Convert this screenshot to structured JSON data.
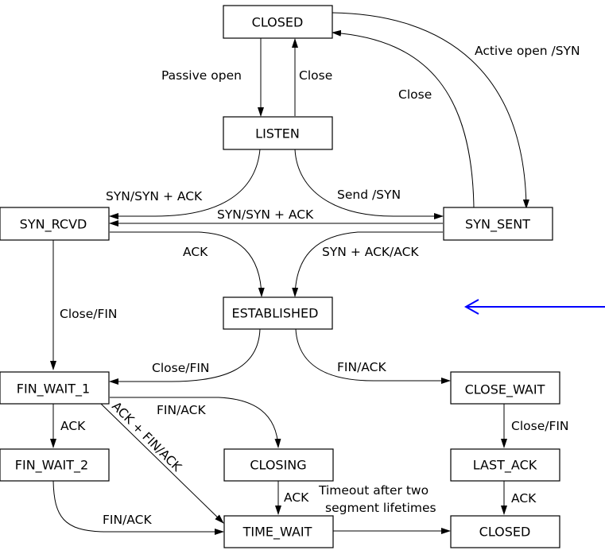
{
  "title": "TCP state transition diagram",
  "states": {
    "closed_top": "CLOSED",
    "listen": "LISTEN",
    "syn_rcvd": "SYN_RCVD",
    "syn_sent": "SYN_SENT",
    "established": "ESTABLISHED",
    "fin_wait_1": "FIN_WAIT_1",
    "fin_wait_2": "FIN_WAIT_2",
    "closing": "CLOSING",
    "time_wait": "TIME_WAIT",
    "close_wait": "CLOSE_WAIT",
    "last_ack": "LAST_ACK",
    "closed_bottom": "CLOSED"
  },
  "transitions": {
    "passive_open": "Passive open",
    "close_listen": "Close",
    "active_open": "Active open /SYN",
    "close_syn_sent": "Close",
    "syn_synack_listen": "SYN/SYN + ACK",
    "send_syn": "Send /SYN",
    "syn_synack_simul": "SYN/SYN + ACK",
    "ack_rcvd": "ACK",
    "synack_ack": "SYN + ACK/ACK",
    "close_fin_rcvd": "Close/FIN",
    "close_fin_est": "Close/FIN",
    "fin_ack_est": "FIN/ACK",
    "ack_fw1": "ACK",
    "fin_ack_fw1": "FIN/ACK",
    "ack_fin_ack": "ACK + FIN/ACK",
    "close_fin_cw": "Close/FIN",
    "ack_closing": "ACK",
    "timeout_line1": "Timeout after two",
    "timeout_line2": "segment lifetimes",
    "ack_last": "ACK",
    "fin_ack_fw2": "FIN/ACK"
  },
  "annotation": {
    "pointer_arrow_color": "#0000ff",
    "points_to": "ESTABLISHED"
  }
}
